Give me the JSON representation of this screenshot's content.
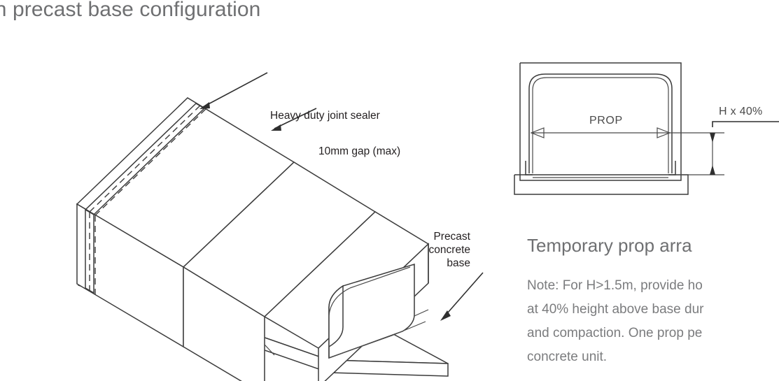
{
  "document": {
    "title_visible": "in precast base configuration",
    "background_color": "#ffffff",
    "line_color": "#3b3b3b",
    "heading_color": "#6f7072",
    "body_text_color": "#7b7c7e"
  },
  "isometric_figure": {
    "name": "precast arch units on precast concrete base",
    "callouts": [
      {
        "id": "sealer",
        "text": "Heavy duty joint sealer"
      },
      {
        "id": "gap",
        "text": "10mm gap (max)"
      },
      {
        "id": "base",
        "line1": "Precast",
        "line2": "concrete",
        "line3": "base"
      }
    ]
  },
  "section_figure": {
    "name": "arch culvert cross section with temporary prop",
    "prop_label": "PROP",
    "height_label": "H x 40%"
  },
  "right_column": {
    "heading_visible": "Temporary prop arra",
    "note_lines_visible": [
      "Note: For H>1.5m, provide ho",
      "at 40% height above base dur",
      "and compaction. One prop pe",
      "concrete unit."
    ]
  }
}
